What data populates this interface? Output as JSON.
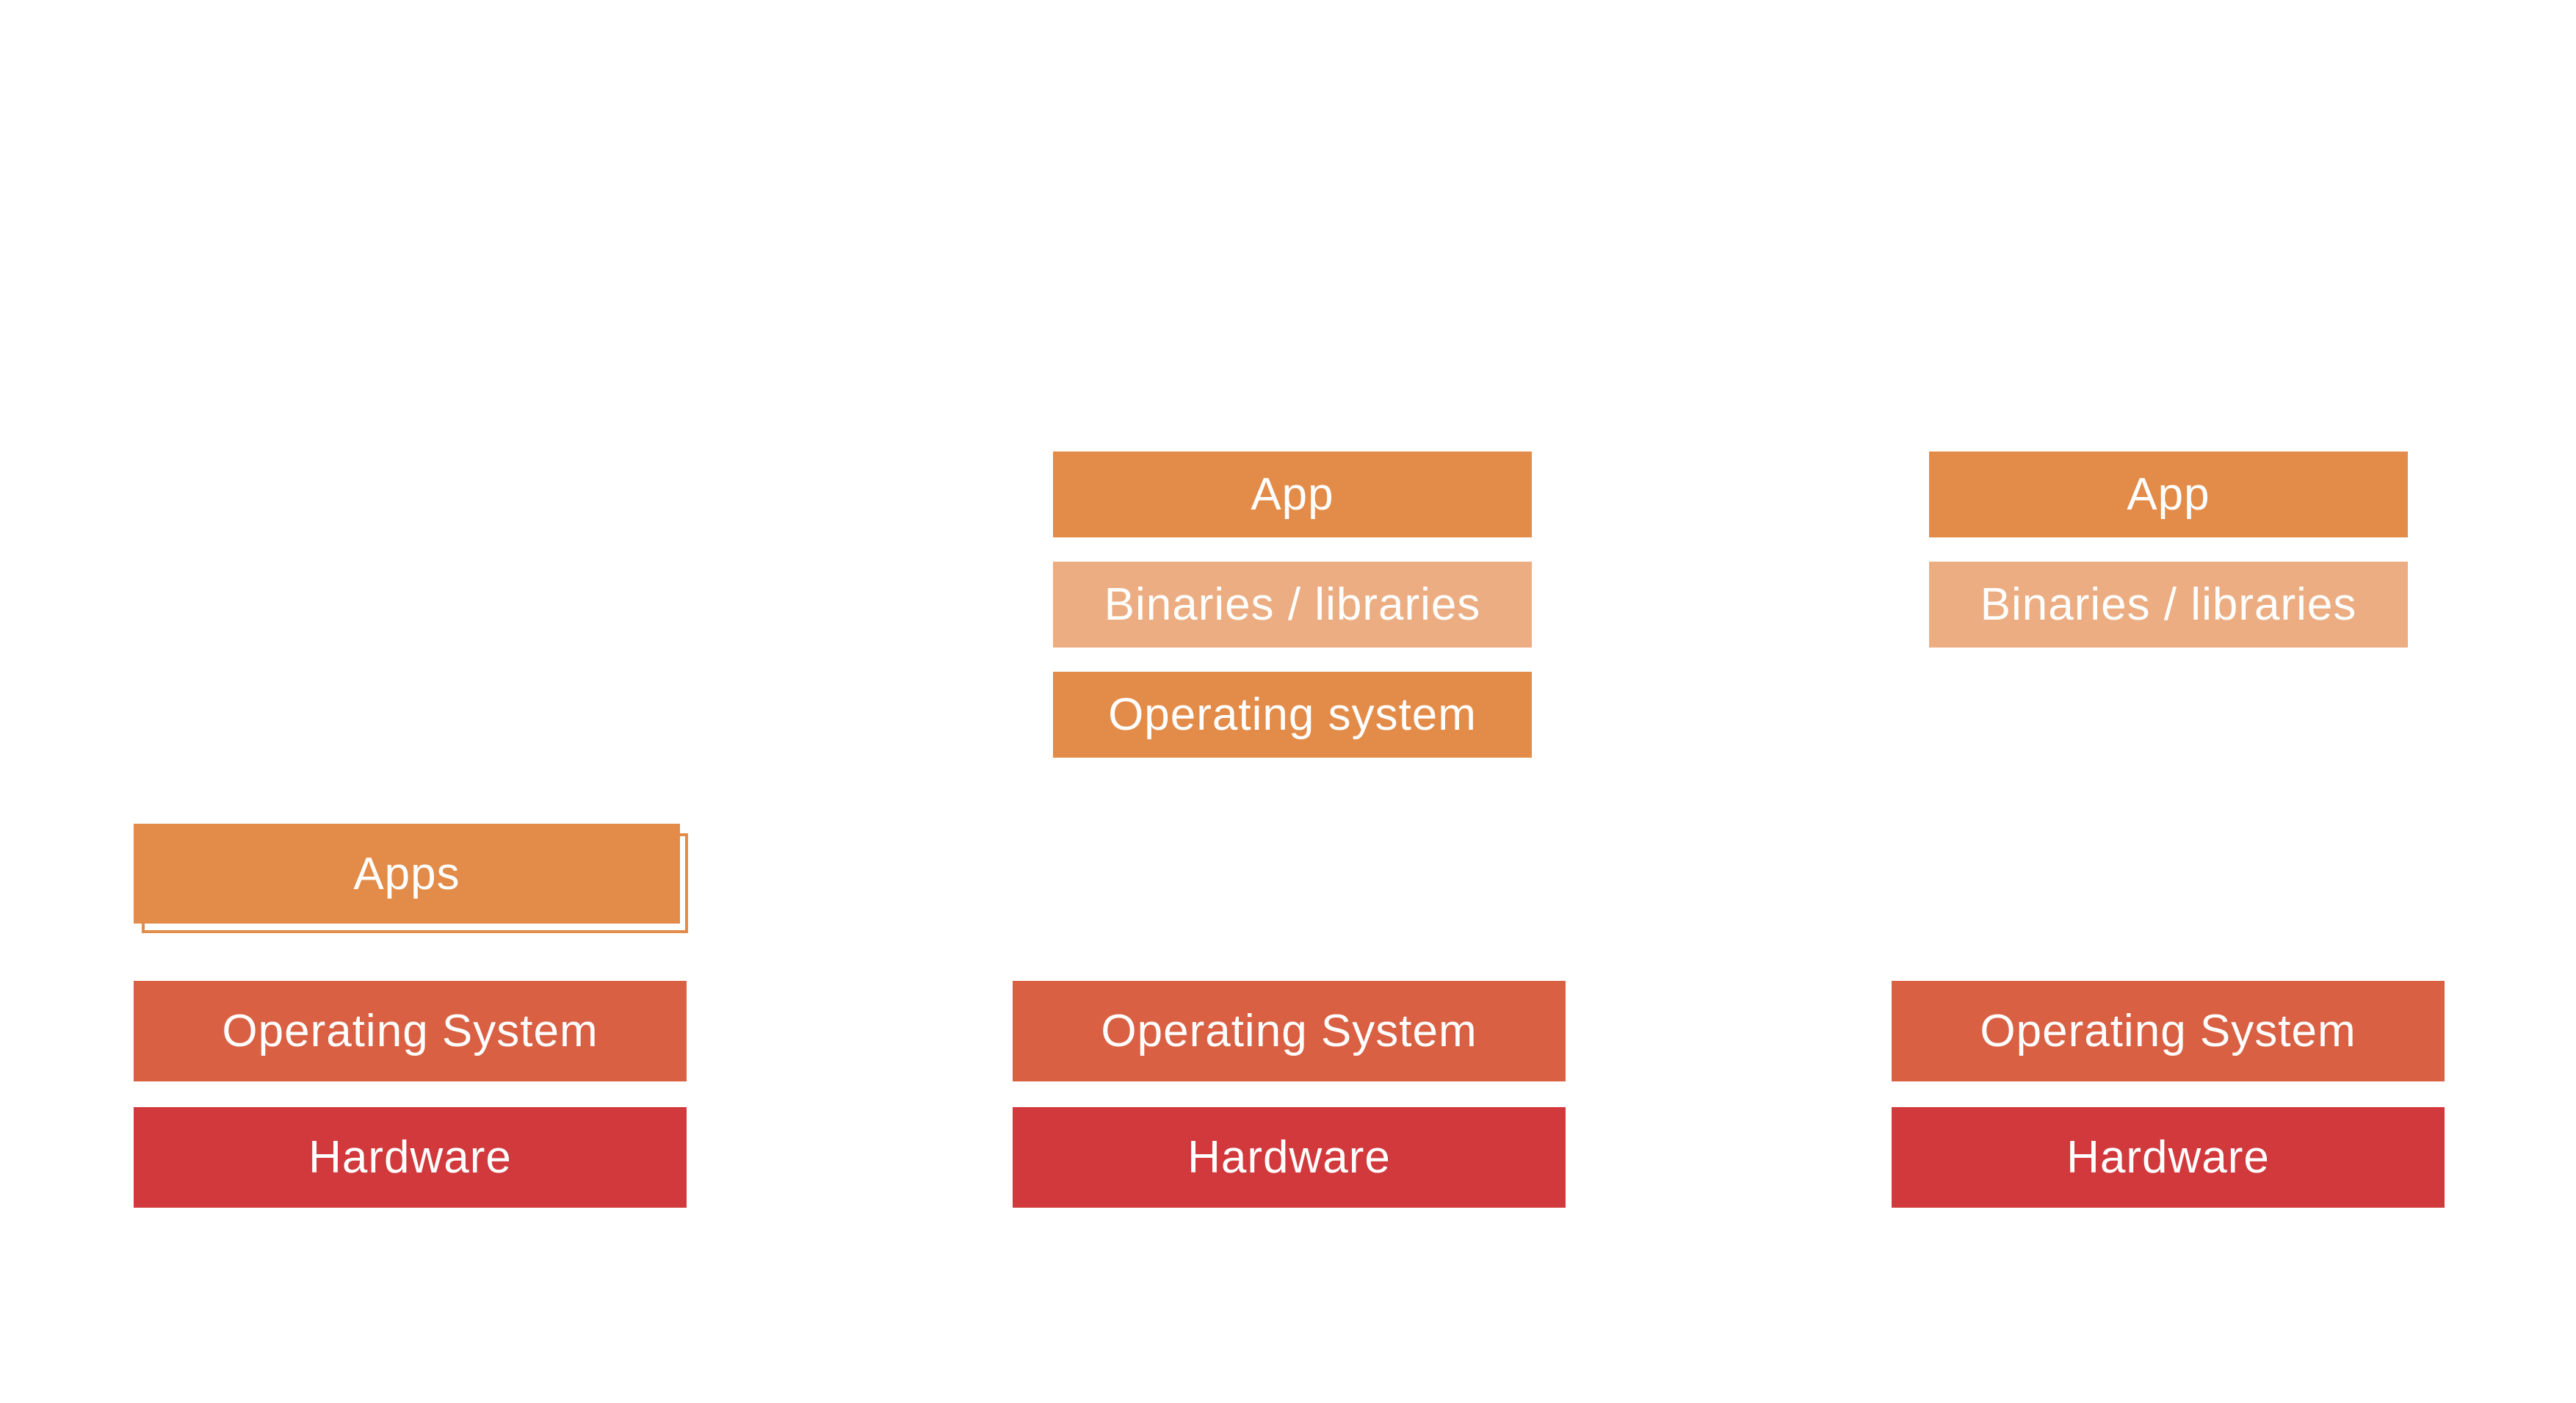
{
  "colors": {
    "app": "#E38B48",
    "binaries": "#EBAD81",
    "guest_os": "#E38B48",
    "host_os": "#D96043",
    "hardware": "#D1393C"
  },
  "stack_1": {
    "apps": "Apps",
    "operating_system": "Operating System",
    "hardware": "Hardware"
  },
  "stack_2": {
    "app": "App",
    "binaries": "Binaries / libraries",
    "guest_os": "Operating system",
    "operating_system": "Operating System",
    "hardware": "Hardware"
  },
  "stack_3": {
    "app": "App",
    "binaries": "Binaries / libraries",
    "operating_system": "Operating System",
    "hardware": "Hardware"
  }
}
